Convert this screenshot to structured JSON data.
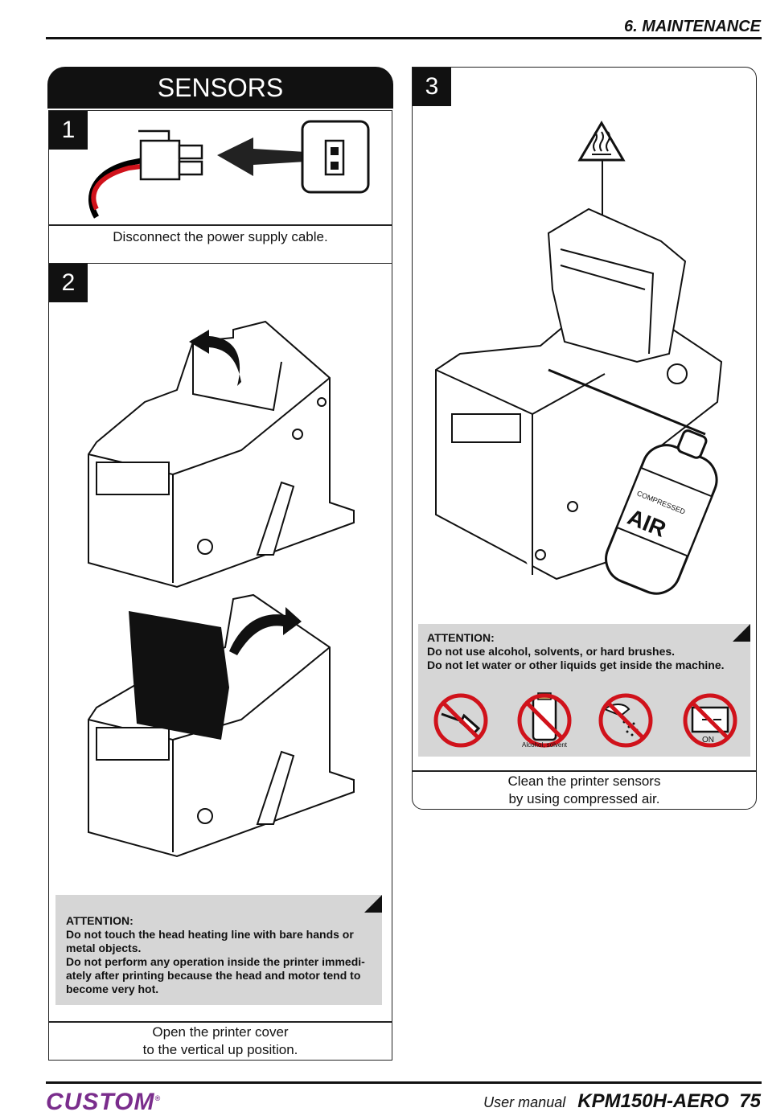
{
  "header": {
    "section": "6. MAINTENANCE"
  },
  "panel_sensors": {
    "title": "SENSORS",
    "step1": {
      "number": "1",
      "caption": "Disconnect the power supply cable."
    },
    "step2": {
      "number": "2",
      "attention_title": "ATTENTION:",
      "attention_lines": [
        "Do not touch the head heating line with bare hands or",
        "metal objects.",
        "Do not perform any operation inside the printer immedi-",
        "ately after printing because the head and motor tend to",
        "become very hot."
      ],
      "caption_line1": "Open the printer cover",
      "caption_line2": "to the vertical up position."
    }
  },
  "panel_step3": {
    "number": "3",
    "can_label_small": "COMPRESSED",
    "can_label_big": "AIR",
    "attention_title": "ATTENTION:",
    "attention_line1": "Do not use alcohol, solvents, or hard brushes.",
    "attention_line2": "Do not let water or other liquids get inside the machine.",
    "icon_labels": {
      "solvent": "Alcohol, solvent",
      "switch": "ON"
    },
    "caption_line1": "Clean the printer sensors",
    "caption_line2": "by using compressed air."
  },
  "footer": {
    "brand": "CUSTOM",
    "brand_mark": "®",
    "manual_label": "User manual",
    "model": "KPM150H-AERO",
    "page": "75",
    "brand_color": "#7a2d8c"
  }
}
